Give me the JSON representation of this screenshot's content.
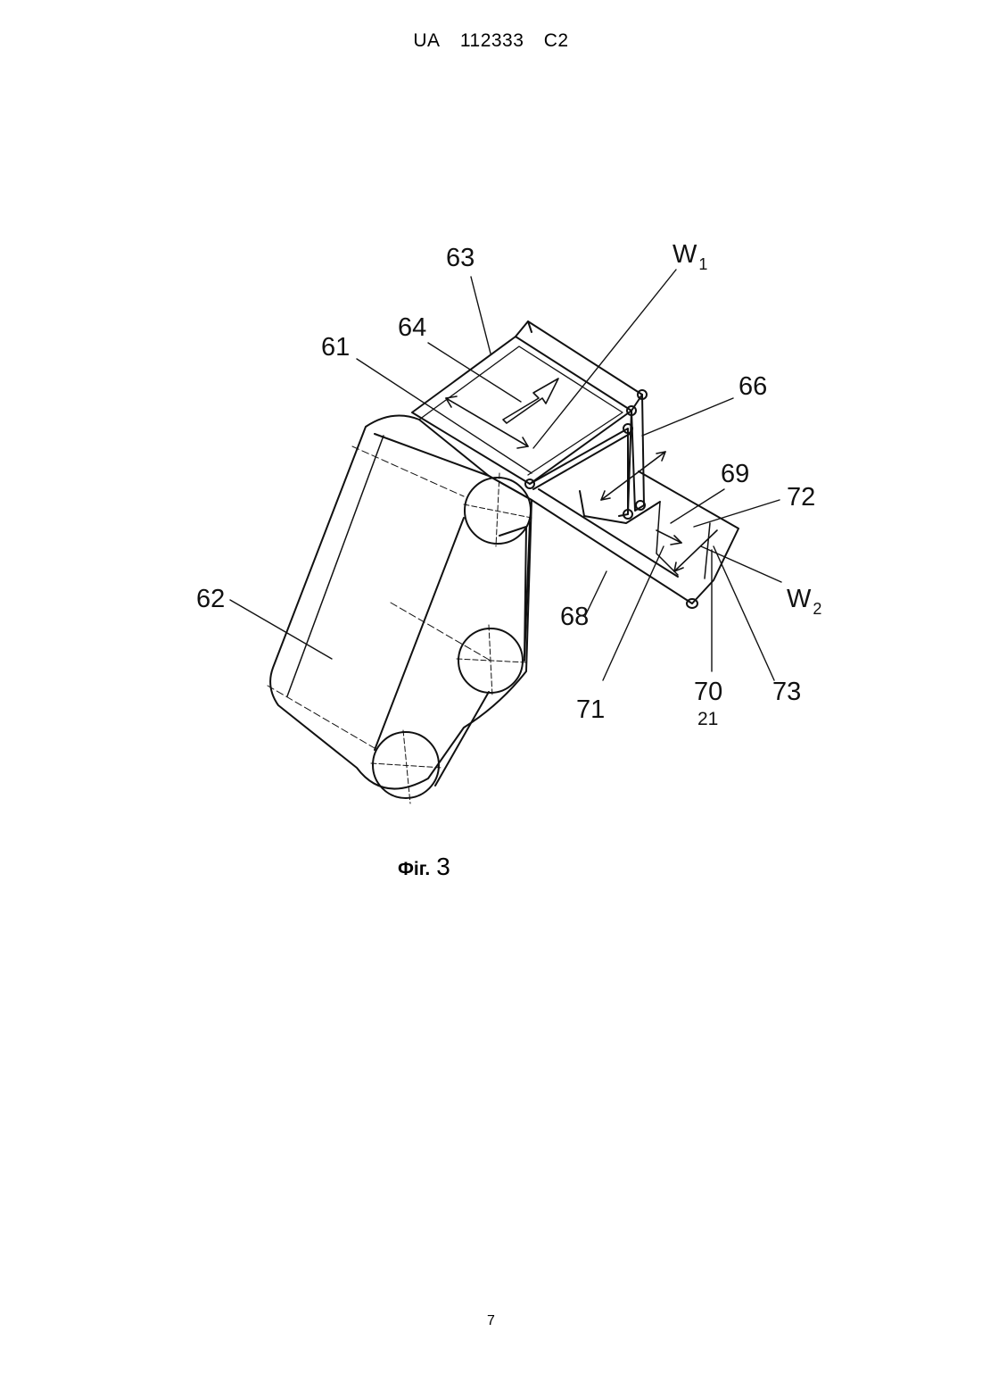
{
  "header": {
    "country": "UA",
    "number": "112333",
    "kind": "C2"
  },
  "figure": {
    "labels": {
      "l61": "61",
      "l62": "62",
      "l63": "63",
      "l64": "64",
      "l66": "66",
      "l68": "68",
      "l69": "69",
      "l70": "70",
      "l71": "71",
      "l72": "72",
      "l73": "73",
      "l21": "21",
      "w1_main": "W",
      "w1_sub": "1",
      "w2_main": "W",
      "w2_sub": "2"
    },
    "caption": {
      "prefix": "Фіг.",
      "number": "3"
    }
  },
  "footer": {
    "page_number": "7"
  }
}
